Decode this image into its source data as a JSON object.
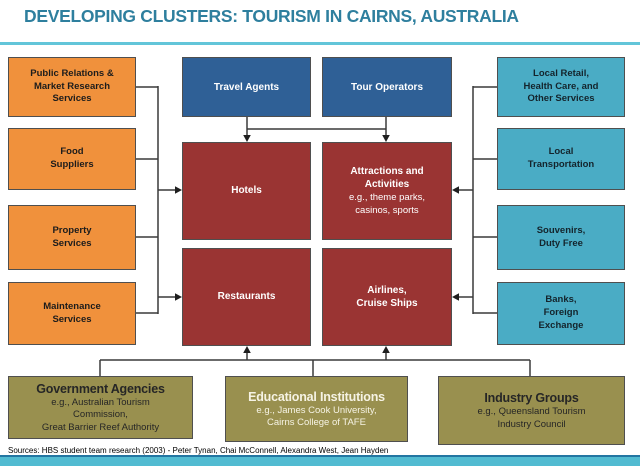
{
  "title": "DEVELOPING CLUSTERS: TOURISM IN CAIRNS, AUSTRALIA",
  "colors": {
    "title_text": "#2E7F9E",
    "title_rule": "#62C5D9",
    "supplier_box": "#F0913C",
    "distribution_box": "#2F6096",
    "core_box": "#9A3433",
    "service_box": "#4AACC5",
    "institution_box": "#99904F",
    "footer_bar": "#52BBD1",
    "footer_bar_edge": "#2376A2",
    "connector": "#3A3A3A"
  },
  "suppliers": {
    "items": [
      {
        "label": "Public Relations &\nMarket Research\nServices"
      },
      {
        "label": "Food\nSuppliers"
      },
      {
        "label": "Property\nServices"
      },
      {
        "label": "Maintenance\nServices"
      }
    ]
  },
  "distribution": {
    "items": [
      {
        "label": "Travel Agents"
      },
      {
        "label": "Tour Operators"
      }
    ]
  },
  "core": {
    "hotels": "Hotels",
    "attractions": {
      "name": "Attractions and\nActivities",
      "examples": "e.g., theme parks,\ncasinos, sports"
    },
    "restaurants": "Restaurants",
    "airlines": "Airlines,\nCruise Ships"
  },
  "services": {
    "items": [
      {
        "label": "Local Retail,\nHealth Care, and\nOther Services"
      },
      {
        "label": "Local\nTransportation"
      },
      {
        "label": "Souvenirs,\nDuty Free"
      },
      {
        "label": "Banks,\nForeign\nExchange"
      }
    ]
  },
  "institutions": {
    "items": [
      {
        "name": "Government Agencies",
        "examples": "e.g., Australian Tourism\nCommission,\nGreat Barrier Reef Authority"
      },
      {
        "name": "Educational Institutions",
        "examples": "e.g., James Cook University,\nCairns College of TAFE"
      },
      {
        "name": "Industry Groups",
        "examples": "e.g., Queensland Tourism\nIndustry Council"
      }
    ]
  },
  "footer": {
    "sources": "Sources: HBS student team research (2003) - Peter Tynan, Chai McConnell, Alexandra West, Jean Hayden"
  }
}
